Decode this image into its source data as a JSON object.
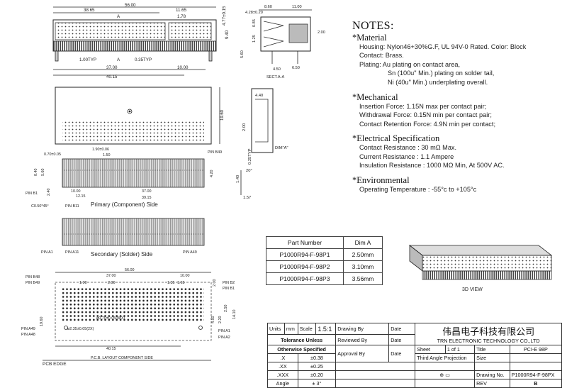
{
  "drawing": {
    "top": {
      "overall": "56.00",
      "pitch_a": "38.65",
      "a_mark": "A",
      "right_seg": "11.65",
      "small_178": "1.78",
      "h_977": "4.77±0.15",
      "h_940": "9.40",
      "pitch_lbl": "1.00TYP",
      "a_mid": "A",
      "pitch2": "0.35TYP",
      "w3700": "37.00",
      "w1000": "10.00",
      "w4015": "40.15"
    },
    "section": {
      "d428": "4.28±0.20",
      "d860": "8.60",
      "d1100": "11.00",
      "d560": "5.60",
      "d650": "6.50",
      "d450": "4.50",
      "d085": "0.85",
      "d125": "1.25",
      "d200": "2.00",
      "label": "SECT.A-A"
    },
    "front": {
      "h1960": "19.60"
    },
    "side": {
      "d440": "4.40",
      "d200": "2.00",
      "d025": "0.25TYP",
      "dim_a": "DIM\"A\"",
      "ang": "20°",
      "d140": "1.40",
      "d157": "1.57"
    },
    "primary": {
      "d070": "0.70±0.05",
      "d190": "1.90±0.06",
      "d150": "1.50",
      "pin_b49": "PIN B49",
      "d840": "8.40",
      "d560": "5.60",
      "pin_b1": "PIN B1",
      "d240": "2.40",
      "d1000": "10.00",
      "d1215": "12.15",
      "d3700": "37.00",
      "d3915": "39.15",
      "chamfer": "C0.50*45°",
      "pin_b11": "PIN B11",
      "d420": "4.20",
      "label": "Primary (Component) Side"
    },
    "secondary": {
      "pin_a1": "PIN A1",
      "pin_a11": "PIN A11",
      "pin_a49": "PIN A49",
      "label": "Secondary (Solder) Side"
    },
    "layout": {
      "d5600": "56.00",
      "d3700": "37.00",
      "d1000": "10.00",
      "pin_b48": "PIN B48",
      "pin_b49": "PIN B49",
      "d100": "1.00",
      "d200": "2.00",
      "d135": "1.35",
      "d165": "1.65",
      "pin_b2": "PIN B2",
      "pin_b1": "PIN B1",
      "d200b": "2.00",
      "d1960": "19.60",
      "hole1": "ø0.70±0.05(98X)",
      "pin_a49": "PIN A49",
      "pin_a48": "PIN A48",
      "hole2": "ø2.35±0.05(2X)",
      "pin_a1": "PIN A1",
      "pin_a2": "PIN A2",
      "d450": "4.50",
      "d250": "2.50",
      "d1410": "14.10",
      "d4015": "40.15",
      "d220": "2.20",
      "pcb_edge": "PCB EDGE",
      "layout_lbl": "P.C.B. LAYOUT COMPONENT SIDE"
    },
    "view3d": "3D VIEW"
  },
  "notes": {
    "title": "NOTES:",
    "material": {
      "head": "*Material",
      "housing": "Housing: Nylon46+30%G.F, UL 94V-0 Rated. Color: Block",
      "contact": "Contact: Brass.",
      "plating1": "Plating: Au plating on contact area,",
      "plating2": "Sn (100u\" Min.) plating on solder tail,",
      "plating3": "Ni (40u\" Min.) underplating overall."
    },
    "mechanical": {
      "head": "*Mechanical",
      "l1": "Insertion Force: 1.15N max per contact pair;",
      "l2": "Withdrawal Force: 0.15N min per contact pair;",
      "l3": "Contact Retention Force: 4.9N min per contact;"
    },
    "electrical": {
      "head": "*Electrical Specification",
      "l1": "Contact Resistance : 30 mΩ Max.",
      "l2": "Current Resistance : 1.1 Ampere",
      "l3": "Insulation Resistance : 1000 MΩ Min, At 500V AC."
    },
    "environmental": {
      "head": "*Environmental",
      "l1": "Operating Temperature : -55°c to +105°c"
    }
  },
  "part_table": {
    "headers": [
      "Part Number",
      "Dim A"
    ],
    "rows": [
      [
        "P1000R94-F-98P1",
        "2.50mm"
      ],
      [
        "P1000R94-F-98P2",
        "3.10mm"
      ],
      [
        "P1000R94-F-98P3",
        "3.56mm"
      ]
    ]
  },
  "title_block": {
    "units": "Units",
    "units_val": "mm",
    "scale": "Scale",
    "scale_val": "1.5:1",
    "tol1": "Tolerance Unless",
    "tol2": "Otherwise Specified",
    "t1k": ".X",
    "t1v": "±0.38",
    "t2k": ".XX",
    "t2v": "±0.25",
    "t3k": ".XXX",
    "t3v": "±0.20",
    "t4k": "Angle",
    "t4v": "± 3°",
    "drawing_by": "Drawing By",
    "reviewed_by": "Reviewed By",
    "approval_by": "Approval By",
    "date": "Date",
    "company_cn": "伟昌电子科技有限公司",
    "company_en": "TRN ELECTRONIC TECHNOLOGY CO.,LTD",
    "sheet": "Sheet",
    "sheet_val": "1 of 1",
    "title": "Title",
    "title_val": "PCI-E 98P",
    "size": "Size",
    "third_angle": "Third Angle Projection",
    "drawing_no": "Drawing No.",
    "drawing_no_val": "P1000R94-F-98PX",
    "rev": "REV",
    "rev_val": "B"
  }
}
